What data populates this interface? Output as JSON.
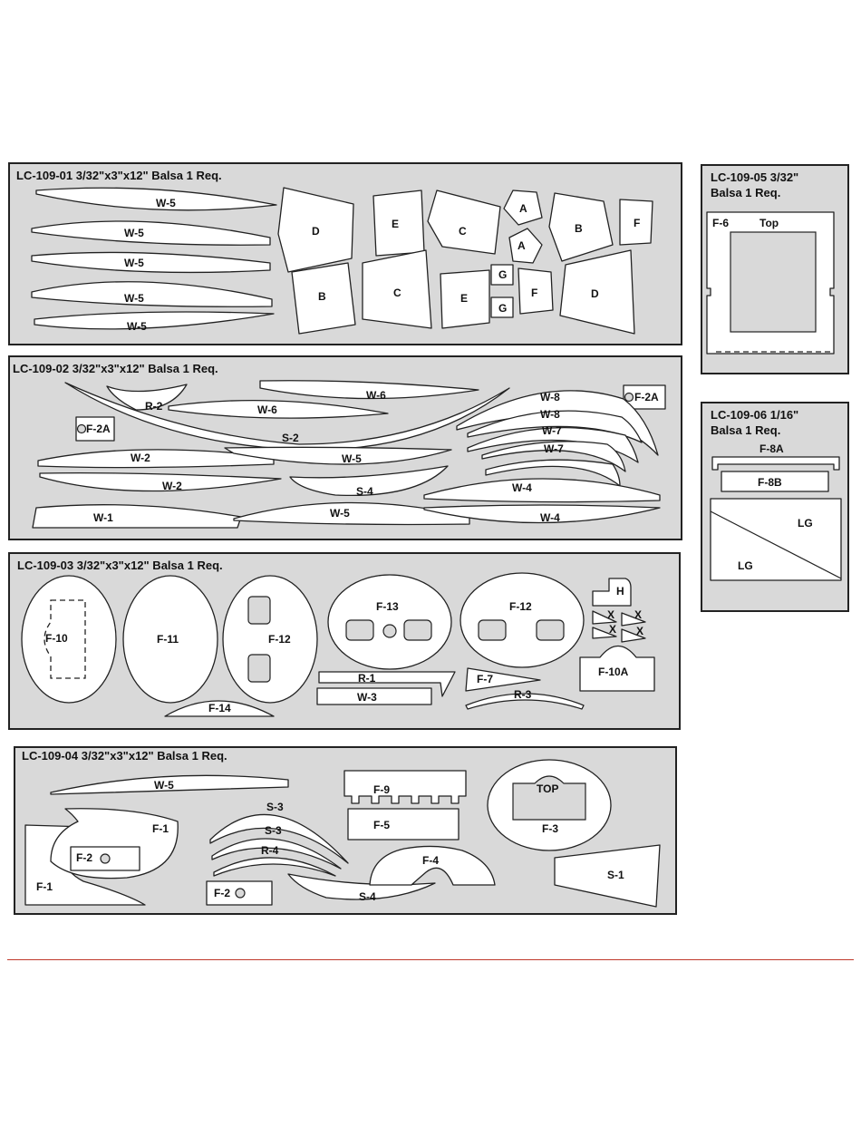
{
  "panels": {
    "p01": {
      "title": "LC-109-01 3/32\"x3\"x12\" Balsa 1 Req."
    },
    "p02": {
      "title": "LC-109-02 3/32\"x3\"x12\" Balsa 1 Req."
    },
    "p03": {
      "title": "LC-109-03 3/32\"x3\"x12\" Balsa 1 Req."
    },
    "p04": {
      "title": "LC-109-04 3/32\"x3\"x12\" Balsa 1 Req."
    },
    "p05": {
      "title_line1": "LC-109-05 3/32\"",
      "title_line2": "Balsa 1 Req."
    },
    "p06": {
      "title_line1": "LC-109-06 1/16\"",
      "title_line2": "Balsa 1 Req."
    }
  },
  "labels": {
    "W5": "W-5",
    "W6": "W-6",
    "W2": "W-2",
    "W1": "W-1",
    "W4": "W-4",
    "W7": "W-7",
    "W8": "W-8",
    "W3": "W-3",
    "A": "A",
    "B": "B",
    "C": "C",
    "D": "D",
    "E": "E",
    "F": "F",
    "G": "G",
    "R2": "R-2",
    "R1": "R-1",
    "R3": "R-3",
    "R4": "R-4",
    "S2": "S-2",
    "S4": "S-4",
    "S3": "S-3",
    "S1": "S-1",
    "F2A": "F-2A",
    "F10": "F-10",
    "F11": "F-11",
    "F12": "F-12",
    "F13": "F-13",
    "F14": "F-14",
    "F7": "F-7",
    "F10A": "F-10A",
    "H": "H",
    "X": "X",
    "F1": "F-1",
    "F2": "F-2",
    "F9": "F-9",
    "F5": "F-5",
    "F4": "F-4",
    "F3": "F-3",
    "TOP": "TOP",
    "F6": "F-6",
    "Top": "Top",
    "F8A": "F-8A",
    "F8B": "F-8B",
    "LG": "LG"
  }
}
